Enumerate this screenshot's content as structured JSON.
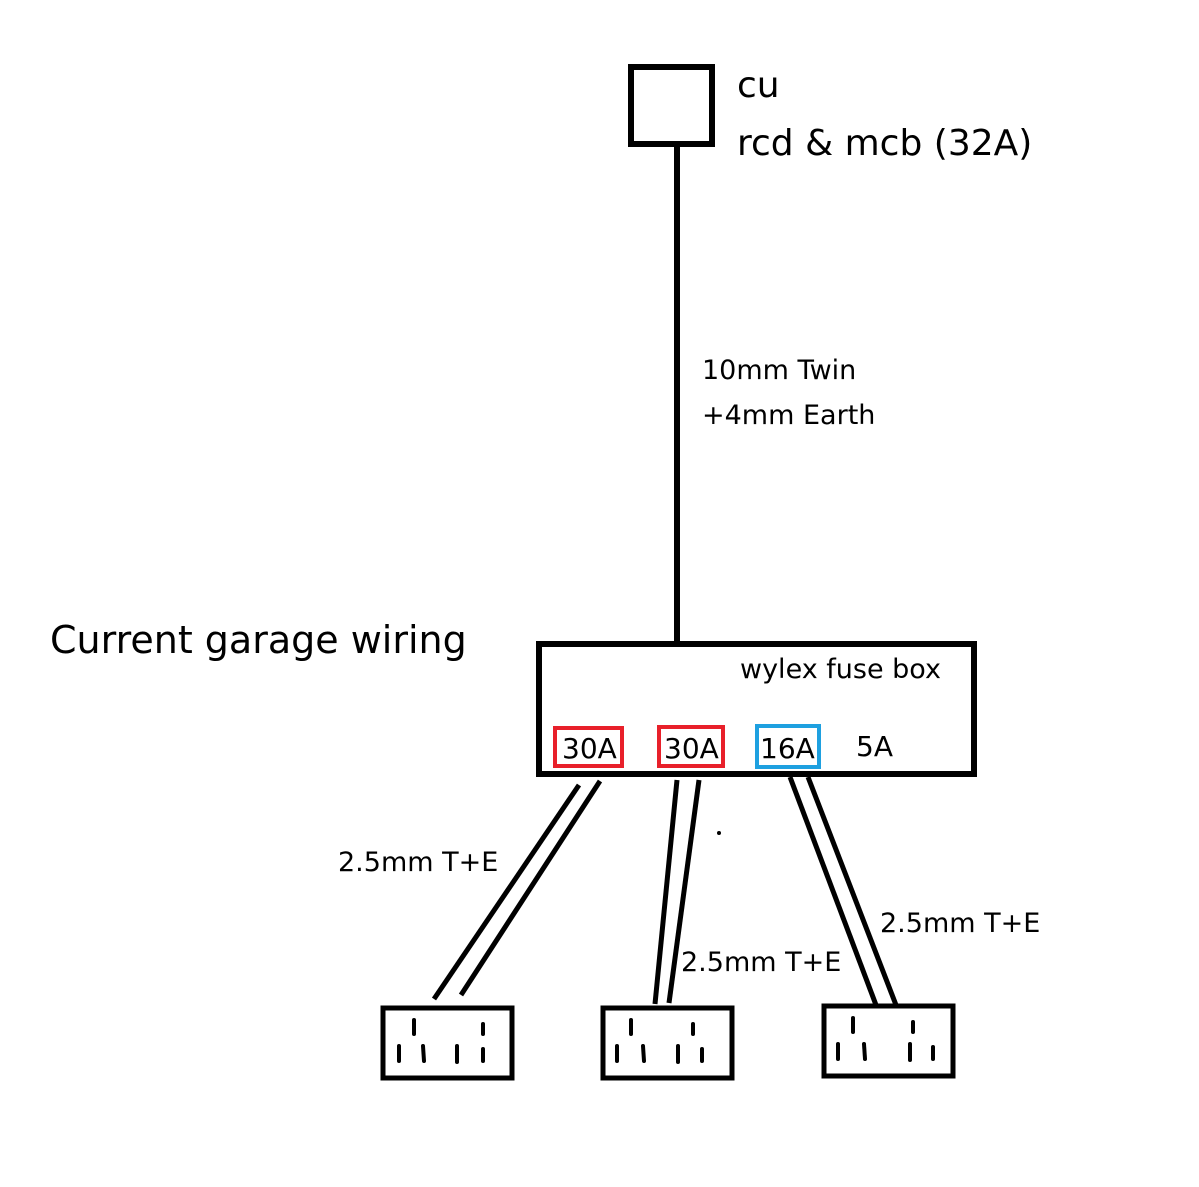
{
  "title": "Current garage wiring",
  "consumer_unit": {
    "label_line1": "cu",
    "label_line2": "rcd & mcb (32A)"
  },
  "supply_cable": {
    "line1": "10mm Twin",
    "line2": "+4mm Earth"
  },
  "fuse_box": {
    "label": "wylex fuse box",
    "fuses": [
      {
        "rating": "30A",
        "color": "#e8202a"
      },
      {
        "rating": "30A",
        "color": "#e8202a"
      },
      {
        "rating": "16A",
        "color": "#1ea0e0"
      },
      {
        "rating": "5A",
        "color": ""
      }
    ]
  },
  "circuits": [
    {
      "cable_label": "2.5mm T+E"
    },
    {
      "cable_label": "2.5mm T+E"
    },
    {
      "cable_label": "2.5mm T+E"
    }
  ],
  "colors": {
    "stroke": "#000000"
  }
}
